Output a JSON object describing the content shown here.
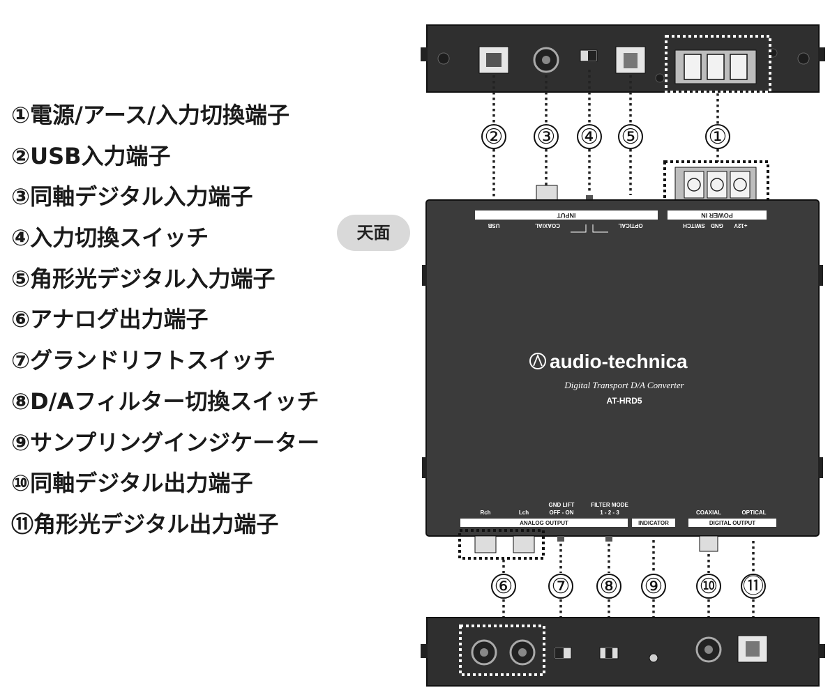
{
  "legend": [
    {
      "num": "①",
      "text": "電源/アース/入力切換端子"
    },
    {
      "num": "②",
      "text": "USB入力端子"
    },
    {
      "num": "③",
      "text": "同軸デジタル入力端子"
    },
    {
      "num": "④",
      "text": "入力切換スイッチ"
    },
    {
      "num": "⑤",
      "text": "角形光デジタル入力端子"
    },
    {
      "num": "⑥",
      "text": "アナログ出力端子"
    },
    {
      "num": "⑦",
      "text": "グランドリフトスイッチ"
    },
    {
      "num": "⑧",
      "text": "D/Aフィルター切換スイッチ"
    },
    {
      "num": "⑨",
      "text": "サンプリングインジケーター"
    },
    {
      "num": "⑩",
      "text": "同軸デジタル出力端子"
    },
    {
      "num": "⑪",
      "text": "角形光デジタル出力端子"
    }
  ],
  "top_view_label": "天面",
  "callouts": {
    "c1": "①",
    "c2": "②",
    "c3": "③",
    "c4": "④",
    "c5": "⑤",
    "c6": "⑥",
    "c7": "⑦",
    "c8": "⑧",
    "c9": "⑨",
    "c10": "⑩",
    "c11": "⑪"
  },
  "device": {
    "brand": "audio-technica",
    "subtitle": "Digital Transport D/A Converter",
    "model": "AT-HRD5",
    "input_bar": "INPUT",
    "usb": "USB",
    "coaxial_in": "COAXIAL",
    "optical_in": "OPTICAL",
    "power_in": "POWER IN",
    "switch": "SWITCH",
    "gnd": "GND",
    "plus12v": "+12V",
    "rch": "Rch",
    "lch": "Lch",
    "gnd_lift": "GND LIFT",
    "off_on": "OFF - ON",
    "filter_mode": "FILTER MODE",
    "filter_values": "1 - 2 - 3",
    "analog_output": "ANALOG OUTPUT",
    "indicator": "INDICATOR",
    "coaxial_out": "COAXIAL",
    "optical_out": "OPTICAL",
    "digital_output": "DIGITAL OUTPUT"
  },
  "colors": {
    "body": "#3b3b3b",
    "panel_dark": "#2e2e2e",
    "label_bar": "#ffffff",
    "badge_bg": "#d9d9d9"
  }
}
